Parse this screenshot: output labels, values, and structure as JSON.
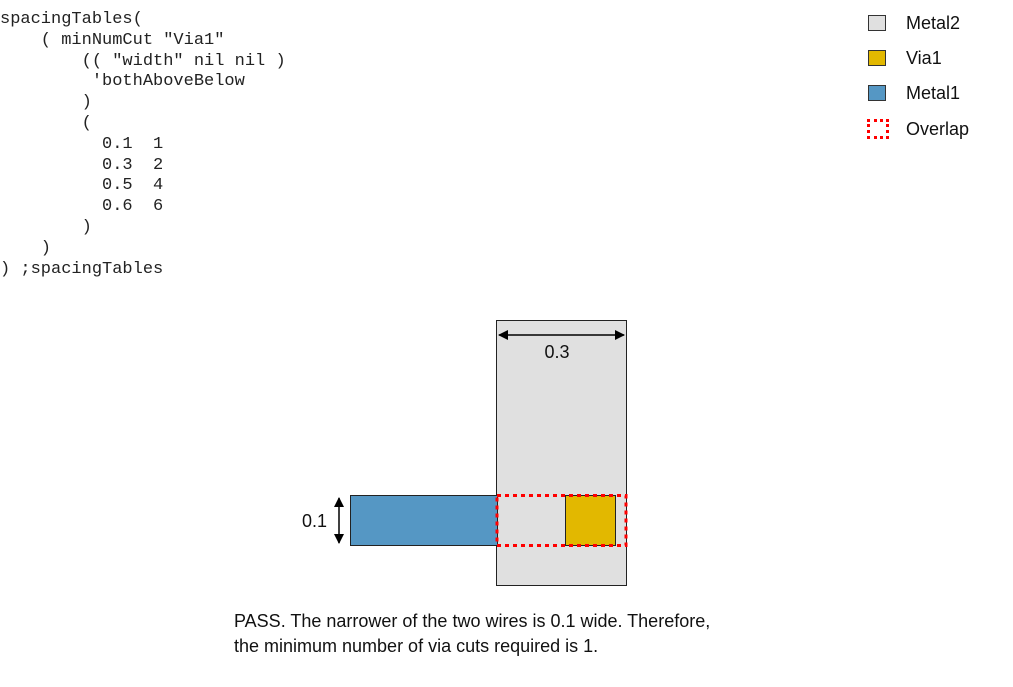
{
  "code": {
    "lines": [
      "spacingTables(",
      "    ( minNumCut \"Via1\"",
      "        (( \"width\" nil nil )",
      "         'bothAboveBelow",
      "        )",
      "        (",
      "          0.1  1",
      "          0.3  2",
      "          0.5  4",
      "          0.6  6",
      "        )",
      "    )",
      ") ;spacingTables"
    ]
  },
  "legend": {
    "items": [
      {
        "label": "Metal2",
        "color": "#e0e0e0",
        "style": "fill"
      },
      {
        "label": "Via1",
        "color": "#e2b800",
        "style": "fill"
      },
      {
        "label": "Metal1",
        "color": "#5597c4",
        "style": "fill"
      },
      {
        "label": "Overlap",
        "color": "#ff0000",
        "style": "dotted-outline"
      }
    ]
  },
  "diagram": {
    "metal2_width_label": "0.3",
    "metal1_width_label": "0.1",
    "colors": {
      "metal2": "#e0e0e0",
      "via1": "#e2b800",
      "metal1": "#5597c4",
      "overlap": "#ff0000"
    }
  },
  "caption": {
    "line1": "PASS. The narrower of the two wires is 0.1 wide. Therefore,",
    "line2": "the minimum number of via cuts required is 1."
  }
}
